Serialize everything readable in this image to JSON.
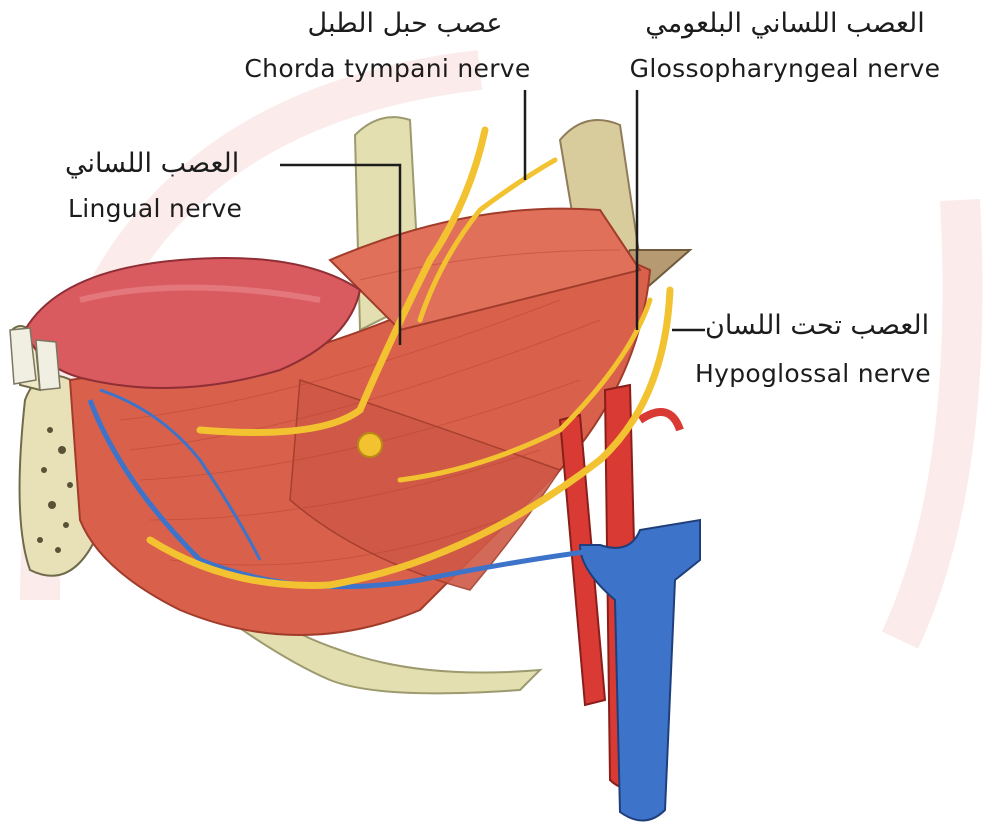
{
  "labels": {
    "chorda_tympani": {
      "ar": "عصب حبل الطبل",
      "en": "Chorda tympani nerve"
    },
    "glossopharyngeal": {
      "ar": "العصب اللساني البلعومي",
      "en": "Glossopharyngeal nerve"
    },
    "lingual": {
      "ar": "العصب اللساني",
      "en": "Lingual nerve"
    },
    "hypoglossal": {
      "ar": "العصب تحت اللسان",
      "en": "Hypoglossal nerve"
    }
  },
  "colors": {
    "muscle": "#d9614c",
    "muscle_dark": "#b8432f",
    "tongue": "#d95a5f",
    "bone": "#e3dfb0",
    "nerve": "#f2c230",
    "artery": "#d93a33",
    "vein": "#3d74c9",
    "watermark": "#f6d6d6"
  }
}
